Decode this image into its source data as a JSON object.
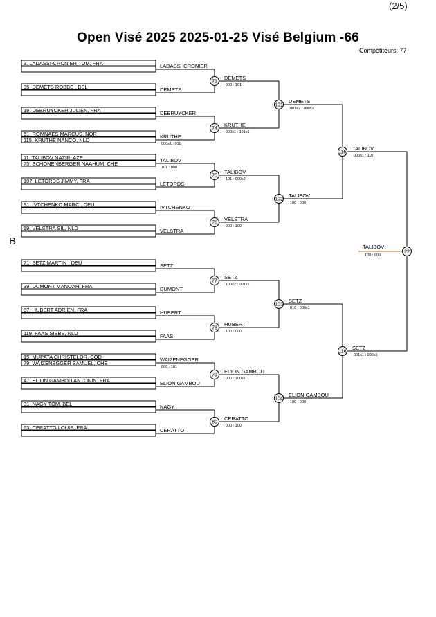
{
  "page_indicator": "(2/5)",
  "title": "Open Visé 2025  2025-01-25  Visé Belgium   -66",
  "competitors_label": "Compétiteurs: 77",
  "pool_label": "B",
  "first_round": [
    {
      "entries": [
        "3. LADASSI-CRONIER TOM, FRA"
      ],
      "winner": "LADASSI-CRONIER",
      "score": ""
    },
    {
      "entries": [
        "35. DEMETS  ROBBE , BEL"
      ],
      "winner": "DEMETS",
      "score": ""
    },
    {
      "entries": [
        "19. DEBRUYCKER JULIEN, FRA"
      ],
      "winner": "DEBRUYCKER",
      "score": ""
    },
    {
      "entries": [
        "51. ROMNAES MARCUS, NOR",
        "115. KRUTHE NANCO, NLD"
      ],
      "winner": "KRUTHE",
      "score": "000s1 : 011"
    },
    {
      "entries": [
        "11. TALIBOV NAZIR, AZE",
        "75. SCHONENBERGER NAAHUM, CHE"
      ],
      "winner": "TALIBOV",
      "score": "101 : 000"
    },
    {
      "entries": [
        "107. LETORDS JIMMY, FRA"
      ],
      "winner": "LETORDS",
      "score": ""
    },
    {
      "entries": [
        "91. IVTCHENKO MARC , DEU"
      ],
      "winner": "IVTCHENKO",
      "score": ""
    },
    {
      "entries": [
        "59. VELSTRA SIL, NLD"
      ],
      "winner": "VELSTRA",
      "score": ""
    },
    {
      "entries": [
        "71. SETZ MARTIN , DEU"
      ],
      "winner": "SETZ",
      "score": ""
    },
    {
      "entries": [
        "39. DUMONT MANOAH, FRA"
      ],
      "winner": "DUMONT",
      "score": ""
    },
    {
      "entries": [
        "87. HUBERT ADRIEN, FRA"
      ],
      "winner": "HUBERT",
      "score": ""
    },
    {
      "entries": [
        "119. FAAS SIEBE, NLD"
      ],
      "winner": "FAAS",
      "score": ""
    },
    {
      "entries": [
        "15. MUPATA CHRISTELOR, COD",
        "79. WAIZENEGGER SAMUEL, CHE"
      ],
      "winner": "WAIZENEGGER",
      "score": "000 : 101"
    },
    {
      "entries": [
        "47. ELION GAMBOU ANTONIN, FRA"
      ],
      "winner": "ELION GAMBOU",
      "score": ""
    },
    {
      "entries": [
        "31. NAGY TOM, BEL"
      ],
      "winner": "NAGY",
      "score": ""
    },
    {
      "entries": [
        "63. CERATTO LOUIS, FRA"
      ],
      "winner": "CERATTO",
      "score": ""
    }
  ],
  "rounds": [
    [
      {
        "id": "73",
        "winner": "DEMETS",
        "score": "000 : 101"
      },
      {
        "id": "74",
        "winner": "KRUTHE",
        "score": "000s1 : 101s1"
      },
      {
        "id": "75",
        "winner": "TALIBOV",
        "score": "101 : 000s2"
      },
      {
        "id": "76",
        "winner": "VELSTRA",
        "score": "000 : 100"
      },
      {
        "id": "77",
        "winner": "SETZ",
        "score": "100s2 : 001s1"
      },
      {
        "id": "78",
        "winner": "HUBERT",
        "score": "100 : 000"
      },
      {
        "id": "79",
        "winner": "ELION GAMBOU",
        "score": "000 : 100s1"
      },
      {
        "id": "80",
        "winner": "CERATTO",
        "score": "000 : 100"
      }
    ],
    [
      {
        "id": "101",
        "winner": "DEMETS",
        "score": "001s2 : 000s2"
      },
      {
        "id": "102",
        "winner": "TALIBOV",
        "score": "100 : 000"
      },
      {
        "id": "103",
        "winner": "SETZ",
        "score": "010 : 000s1"
      },
      {
        "id": "104",
        "winner": "ELION GAMBOU",
        "score": "100 : 000"
      }
    ],
    [
      {
        "id": "115",
        "winner": "TALIBOV",
        "score": "000s1 : 110"
      },
      {
        "id": "116",
        "winner": "SETZ",
        "score": "001s1 : 000s1"
      }
    ],
    [
      {
        "id": "22",
        "winner": "TALIBOV",
        "score": "100 : 000"
      }
    ]
  ],
  "colors": {
    "line": "#000000",
    "final_underline": "#c8a070",
    "circle_fill": "#f2f2f2"
  }
}
